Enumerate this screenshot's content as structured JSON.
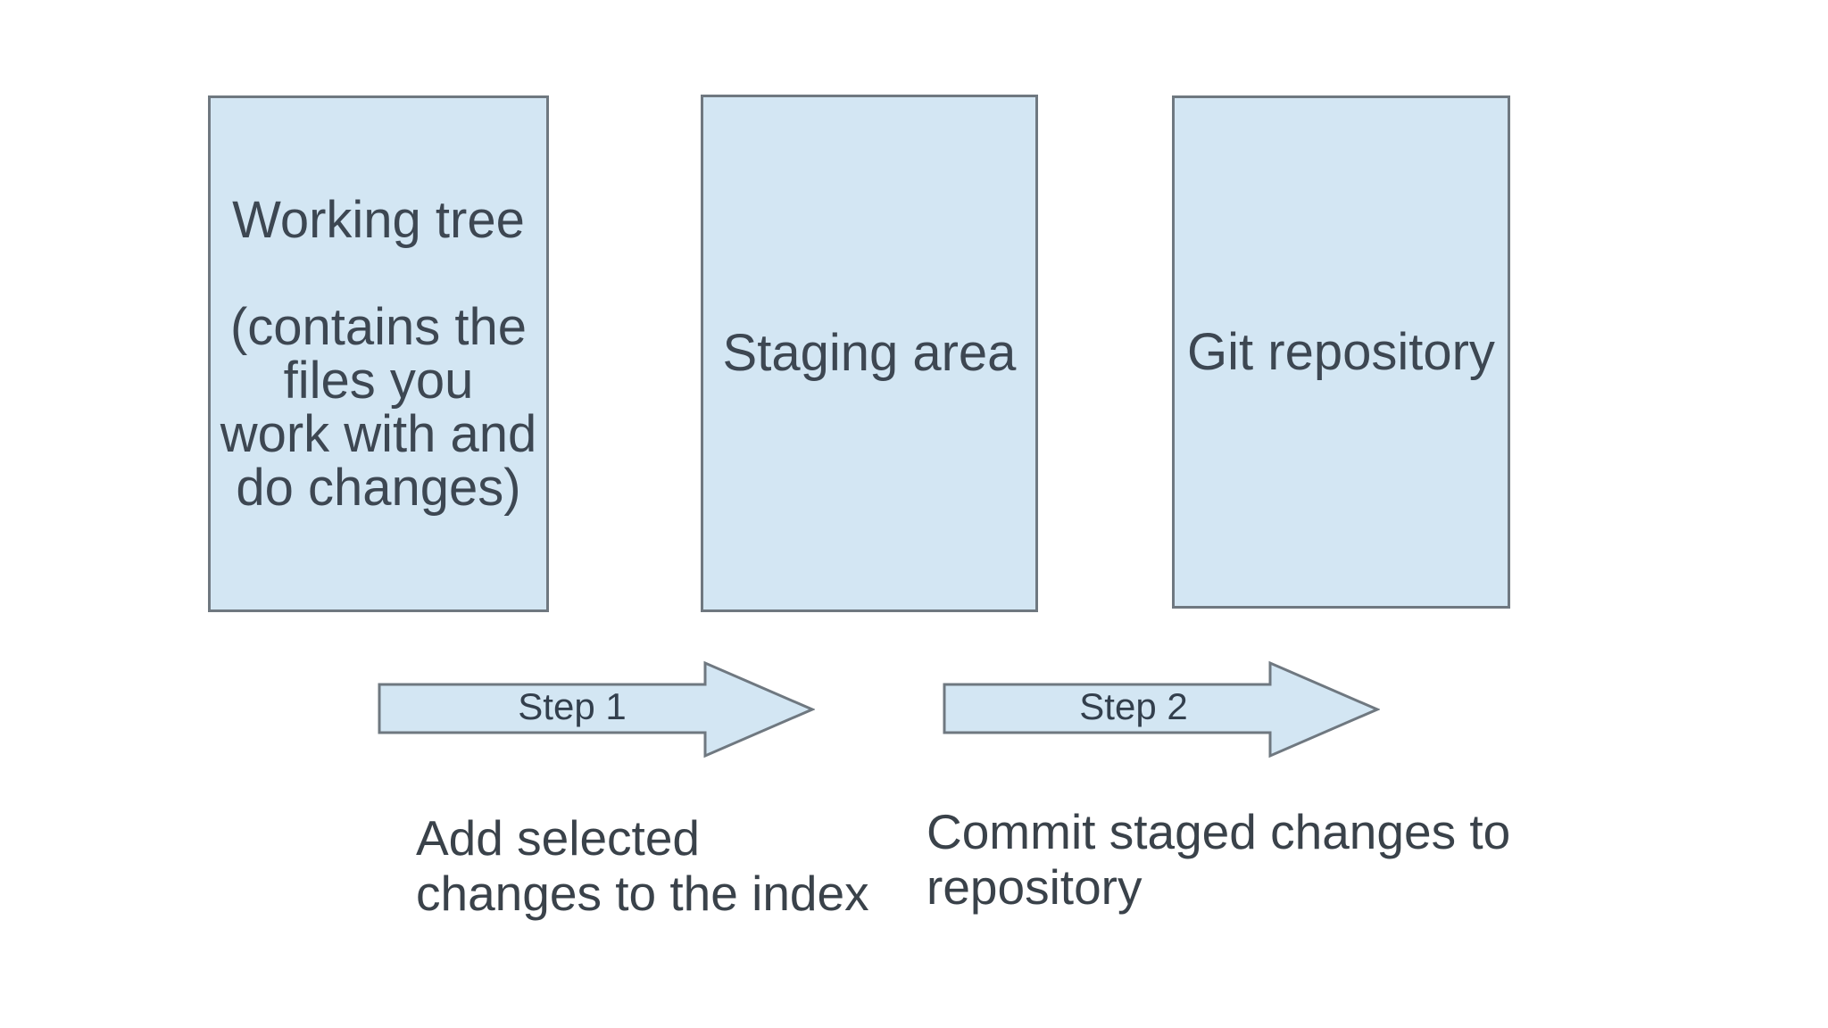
{
  "colors": {
    "background": "#ffffff",
    "shape_fill": "#d3e6f3",
    "shape_border": "#6f7880",
    "node_text": "#3d4752",
    "step_text": "#333f4d",
    "caption_text": "#3a424a"
  },
  "nodes": [
    {
      "name": "working-tree",
      "text": "Working tree\n\n(contains the\nfiles you\nwork with and\ndo changes)"
    },
    {
      "name": "staging-area",
      "text": "Staging area"
    },
    {
      "name": "git-repository",
      "text": "Git repository"
    }
  ],
  "arrows": [
    {
      "name": "step-1",
      "label": "Step 1",
      "caption": "Add selected\nchanges to the index"
    },
    {
      "name": "step-2",
      "label": "Step 2",
      "caption": "Commit staged changes to\nrepository"
    }
  ]
}
